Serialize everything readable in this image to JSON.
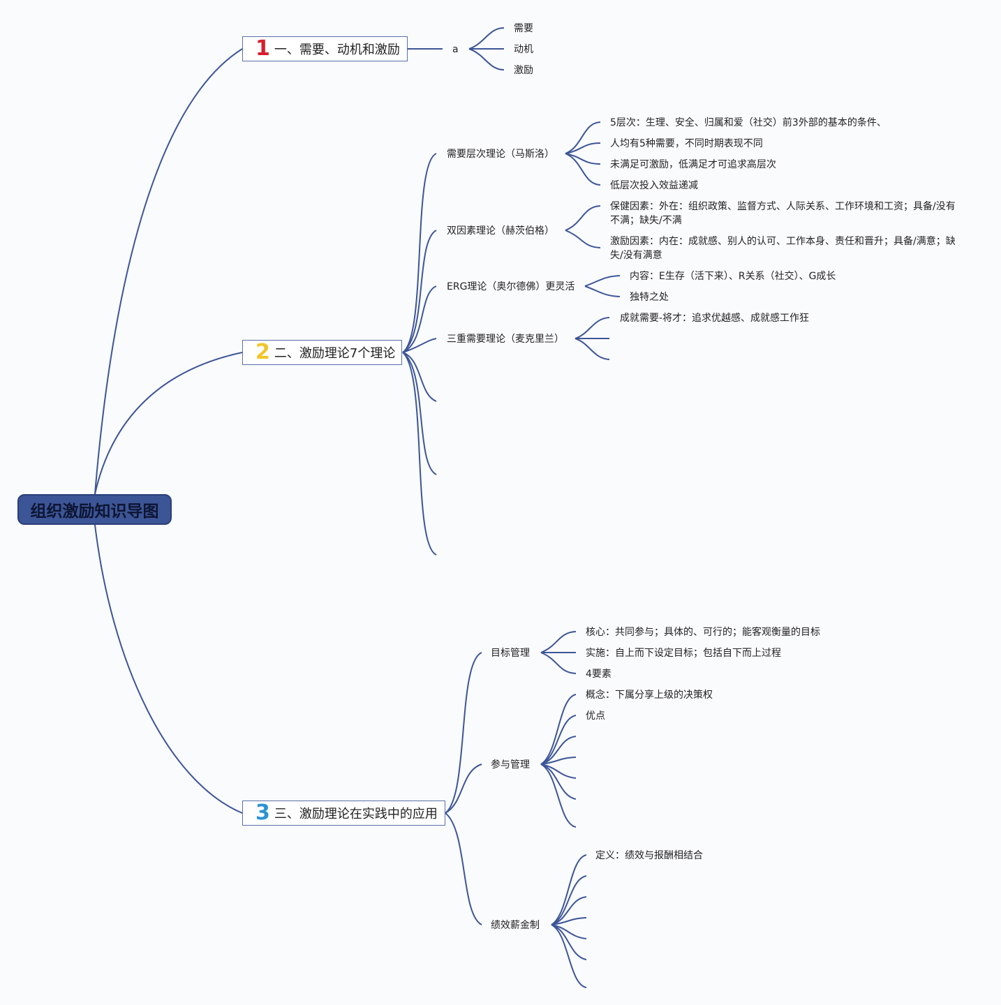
{
  "root": {
    "label": "组织激励知识导图"
  },
  "topics": [
    {
      "number": "1",
      "number_color": "#d6202d",
      "label": "一、需要、动机和激励"
    },
    {
      "number": "2",
      "number_color": "#f1c62b",
      "label": "二、激励理论7个理论"
    },
    {
      "number": "3",
      "number_color": "#2a93d5",
      "label": "三、激励理论在实践中的应用"
    }
  ],
  "t1": {
    "sub_label": "a",
    "leaves": [
      "需要",
      "动机",
      "激励"
    ]
  },
  "t2": {
    "maslow": {
      "label": "需要层次理论（马斯洛）",
      "leaves": [
        "5层次：生理、安全、归属和爱（社交）前3外部的基本的条件、",
        "人均有5种需要，不同时期表现不同",
        "未满足可激励，低满足才可追求高层次",
        "低层次投入效益递减"
      ]
    },
    "herzberg": {
      "label": "双因素理论（赫茨伯格）",
      "leaves": [
        "保健因素：外在：组织政策、监督方式、人际关系、工作环境和工资；具备/没有不满；缺失/不满",
        "激励因素：内在：成就感、别人的认可、工作本身、责任和晋升；具备/满意；缺失/没有满意"
      ]
    },
    "erg": {
      "label": "ERG理论（奥尔德佛）更灵活",
      "leaves": [
        "内容：E生存（活下来）、R关系（社交）、G成长",
        "独特之处"
      ]
    },
    "mcclelland": {
      "label": "三重需要理论（麦克里兰）",
      "leaves": [
        "成就需要-将才：追求优越感、成就感工作狂"
      ]
    }
  },
  "t3": {
    "mbo": {
      "label": "目标管理",
      "leaves": [
        "核心：共同参与；具体的、可行的；能客观衡量的目标",
        "实施：自上而下设定目标；包括自下而上过程",
        "4要素"
      ]
    },
    "participation": {
      "label": "参与管理",
      "leaves": [
        "概念：下属分享上级的决策权",
        "优点"
      ]
    },
    "pay": {
      "label": "绩效薪金制",
      "leaves": [
        "定义：绩效与报酬相结合"
      ]
    }
  },
  "colors": {
    "line": "#3c5596",
    "root_fill": "#3c5596",
    "topic_border": "#5a6fa8"
  }
}
